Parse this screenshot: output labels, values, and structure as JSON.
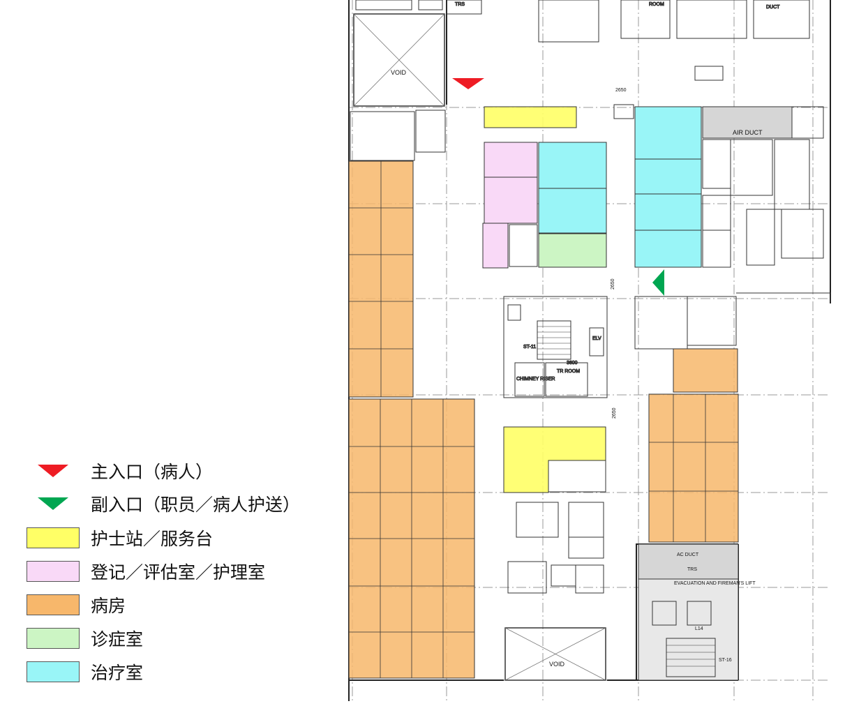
{
  "legend": [
    {
      "key": "main-entrance",
      "label": "主入口（病人）",
      "marker": "triangle-down",
      "color": "#ee1c24"
    },
    {
      "key": "side-entrance",
      "label": "副入口（职员／病人护送）",
      "marker": "triangle-down",
      "color": "#00a651"
    },
    {
      "key": "nurse-station",
      "label": "护士站／服务台",
      "marker": "swatch",
      "color": "#ffff66"
    },
    {
      "key": "registration",
      "label": "登记／评估室／护理室",
      "marker": "swatch",
      "color": "#f9d9f7"
    },
    {
      "key": "ward",
      "label": "病房",
      "marker": "swatch",
      "color": "#f7b76b"
    },
    {
      "key": "consult",
      "label": "诊症室",
      "marker": "swatch",
      "color": "#ccf5c4"
    },
    {
      "key": "treatment",
      "label": "治疗室",
      "marker": "swatch",
      "color": "#99f5f7"
    }
  ],
  "plan": {
    "labels": {
      "void_top": "VOID",
      "void_bottom": "VOID",
      "air_duct": "AIR DUCT",
      "ac_duct": "AC DUCT",
      "chimney_riser": "CHIMNEY RISER",
      "tr_room": "TR ROOM",
      "st11": "ST-11",
      "st16": "ST-16",
      "evacuation_lift": "EVACUATION AND FIREMAN'S LIFT",
      "l14": "L14",
      "elv": "ELV",
      "room": "ROOM",
      "duct": "DUCT",
      "trs": "TRS",
      "dim_2650_a": "2650",
      "dim_2650_b": "2650",
      "dim_2650_c": "2650",
      "dim_3600": "3600"
    }
  }
}
